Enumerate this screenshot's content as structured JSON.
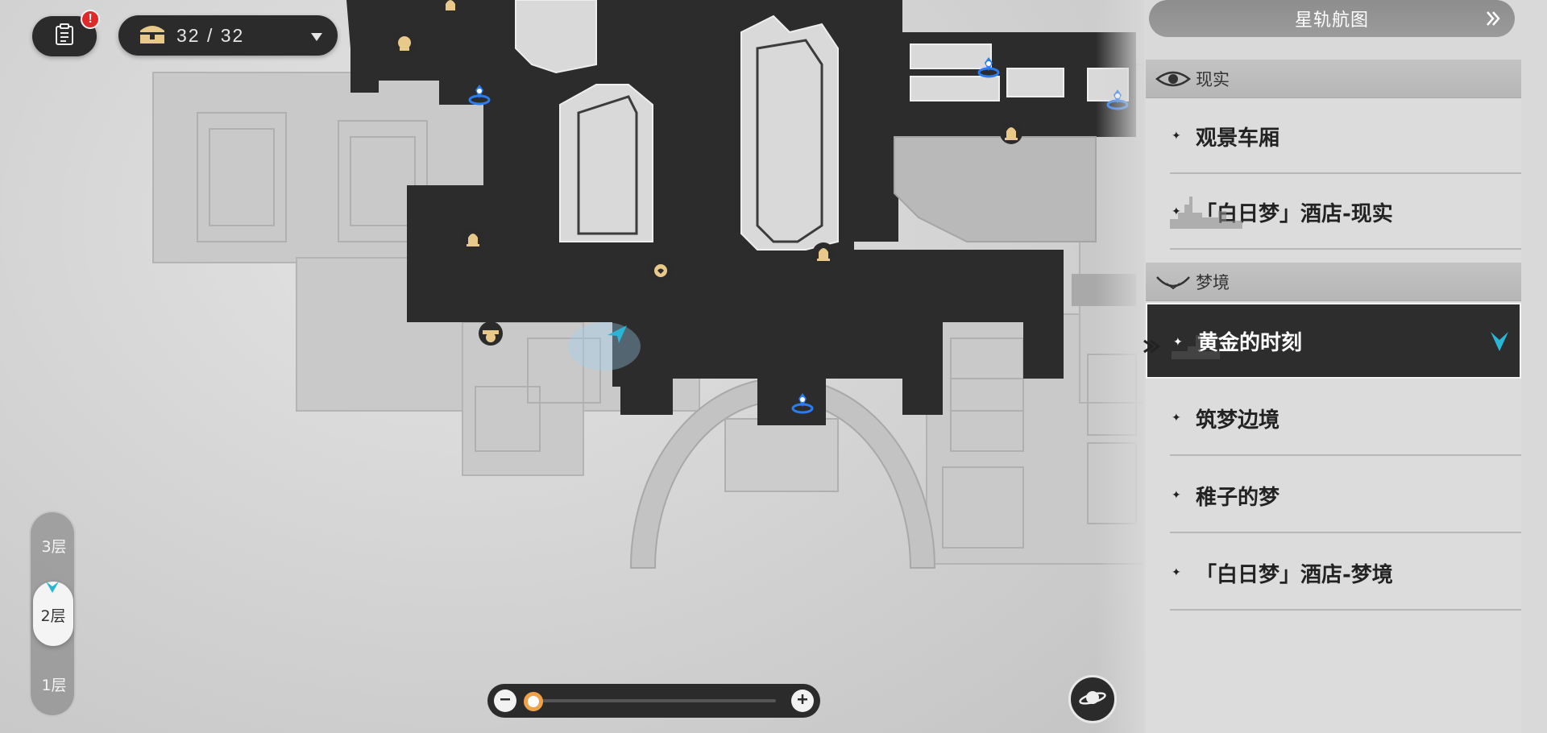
{
  "map": {
    "floors": [
      "3层",
      "2层",
      "1层"
    ],
    "current_floor": "2层",
    "zoom_level": 0.0
  },
  "top_bar": {
    "alert_badge": "!",
    "chest_count": "32 / 32"
  },
  "panel": {
    "title": "星轨航图",
    "sections": [
      {
        "name": "现实",
        "items": [
          "观景车厢",
          "「白日梦」酒店-现实"
        ]
      },
      {
        "name": "梦境",
        "items": [
          "黄金的时刻",
          "筑梦边境",
          "稚子的梦",
          "「白日梦」酒店-梦境"
        ]
      }
    ],
    "selected_item": "黄金的时刻"
  },
  "colors": {
    "accent": "#29b6d6",
    "poi_gold": "#e8c98a",
    "teleport_blue": "#2a7df0",
    "panel_dark": "#2d2d2d",
    "alert_red": "#e02a2a"
  },
  "icons": [
    "task-list-icon",
    "chest-icon",
    "dropdown-arrow-icon",
    "zoom-out-icon",
    "zoom-in-icon",
    "planet-icon",
    "double-chevron-right-icon",
    "eye-icon",
    "dream-icon",
    "player-arrow-icon",
    "bell-icon",
    "teleport-anchor-icon",
    "vendor-icon"
  ]
}
